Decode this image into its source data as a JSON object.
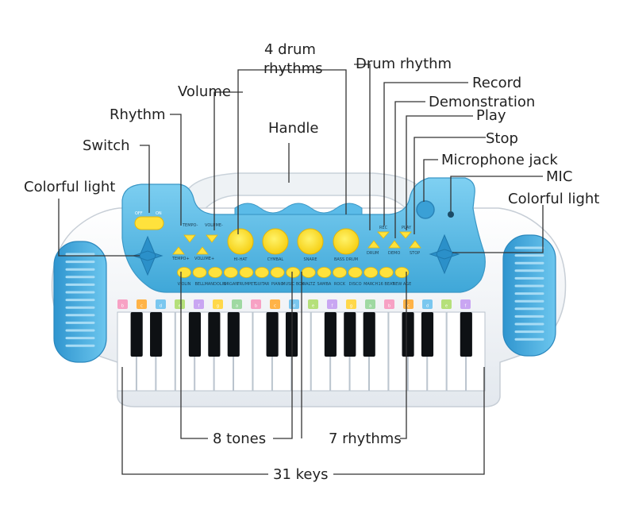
{
  "callouts": {
    "drum_rhythms_line1": "4 drum",
    "drum_rhythms_line2": "rhythms",
    "drum_rhythm": "Drum rhythm",
    "volume": "Volume",
    "record": "Record",
    "demonstration": "Demonstration",
    "rhythm": "Rhythm",
    "play": "Play",
    "handle": "Handle",
    "switch": "Switch",
    "stop": "Stop",
    "microphone_jack": "Microphone jack",
    "mic": "MIC",
    "colorful_light_left": "Colorful light",
    "colorful_light_right": "Colorful light",
    "eight_tones": "8 tones",
    "seven_rhythms": "7 rhythms",
    "thirty_one_keys": "31 keys"
  },
  "panel": {
    "switch_off": "OFF",
    "switch_on": "ON",
    "tempo_label": "TEMPO-",
    "volume_label": "VOLUME-",
    "tempo_plus": "TEMPO+",
    "volume_plus": "VOLUME+",
    "rec_label": "REC",
    "play_label": "PLAY",
    "drum_label": "DRUM",
    "demo_label": "DEMO",
    "stop_label": "STOP",
    "drum_pads": [
      "HI-HAT",
      "CYMBAL",
      "SNARE",
      "BASS DRUM"
    ],
    "tones": [
      "VIOLIN",
      "BELL",
      "MANDOLIN",
      "ORGAN",
      "TRUMPET",
      "GUITAR",
      "PIANO",
      "MUSIC BOX"
    ],
    "rhythms": [
      "WALTZ",
      "SAMBA",
      "ROCK",
      "DISCO",
      "MARCH",
      "16 BEAT",
      "NEW AGE"
    ]
  },
  "key_note_letters": [
    "b",
    "c",
    "d",
    "e",
    "f",
    "g",
    "a",
    "b",
    "c",
    "d",
    "e",
    "f",
    "g",
    "a",
    "b",
    "c",
    "d",
    "e",
    "f"
  ],
  "colors": {
    "panel_blue": "#53b8e6",
    "body_white": "#f4f6f8",
    "pad_yellow": "#ffe23c",
    "grip_blue": "#4aa9dc",
    "leader": "#333333"
  }
}
